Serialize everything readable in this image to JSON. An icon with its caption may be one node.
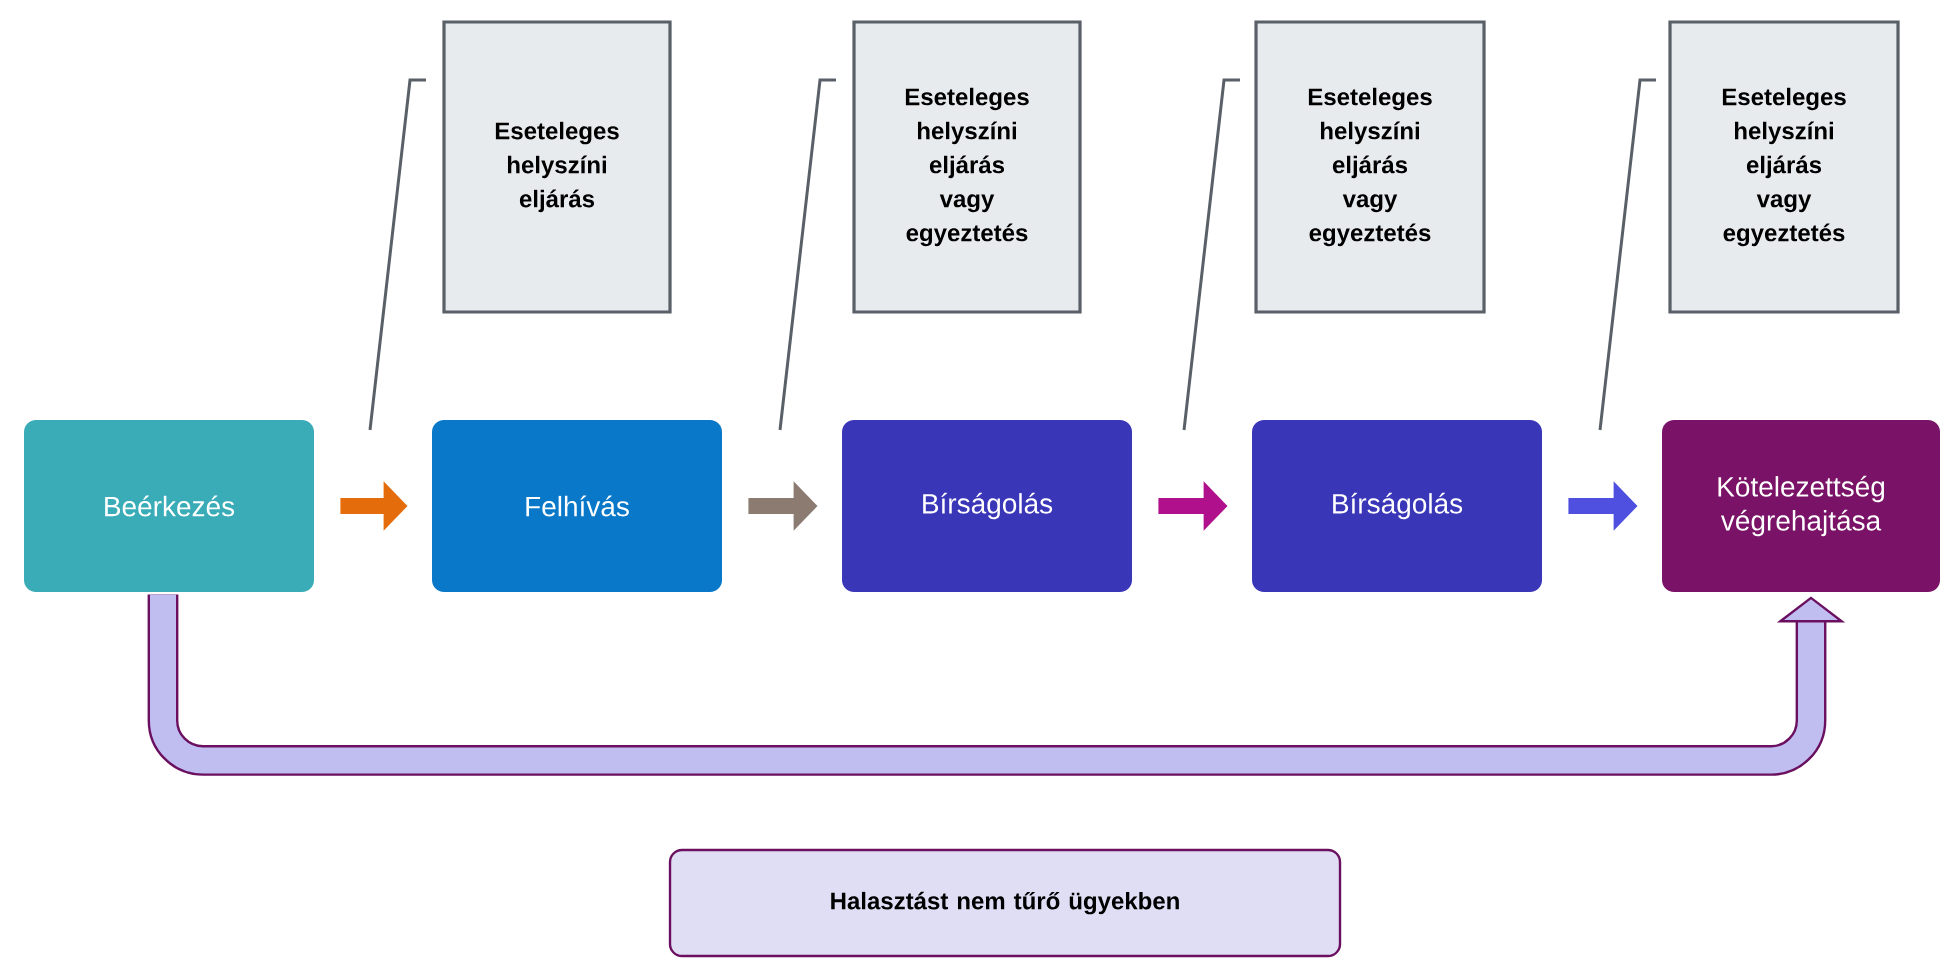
{
  "diagram": {
    "nodes": [
      {
        "text": [
          "Beérkezés"
        ]
      },
      {
        "text": [
          "Felhívás"
        ]
      },
      {
        "text": [
          "Bírságolás"
        ]
      },
      {
        "text": [
          "Bírságolás"
        ]
      },
      {
        "text": [
          "Kötelezettség végrehajtása"
        ]
      },
      {
        "text": [
          "Eseteleges helyszíni eljárás"
        ]
      },
      {
        "text": [
          "Eseteleges helyszíni eljárás vagy egyeztetés"
        ]
      },
      {
        "text": [
          "Eseteleges helyszíni eljárás vagy egyeztetés"
        ]
      },
      {
        "text": [
          "Eseteleges helyszíni eljárás vagy egyeztetés"
        ]
      },
      {
        "text": [
          "Halasztást nem tűrő ügyekben"
        ]
      }
    ],
    "edges": [
      {
        "from": 0,
        "to": 1,
        "arrow": "to",
        "color": "#e46c0a"
      },
      {
        "from": 1,
        "to": 2,
        "arrow": "to",
        "color": "#8c7b70"
      },
      {
        "from": 2,
        "to": 3,
        "arrow": "to",
        "color": "#b0108c"
      },
      {
        "from": 3,
        "to": 4,
        "arrow": "to",
        "color": "#5050e0"
      },
      {
        "from": 0,
        "to": 4,
        "arrow": "to",
        "style": "thick",
        "color": "#6b1060"
      },
      {
        "from": 5,
        "to": null,
        "arrow": "none",
        "color": "#5a6068"
      },
      {
        "from": 6,
        "to": null,
        "arrow": "none",
        "color": "#5a6068"
      },
      {
        "from": 7,
        "to": null,
        "arrow": "none",
        "color": "#5a6068"
      },
      {
        "from": 8,
        "to": null,
        "arrow": "none",
        "color": "#5a6068"
      }
    ]
  }
}
